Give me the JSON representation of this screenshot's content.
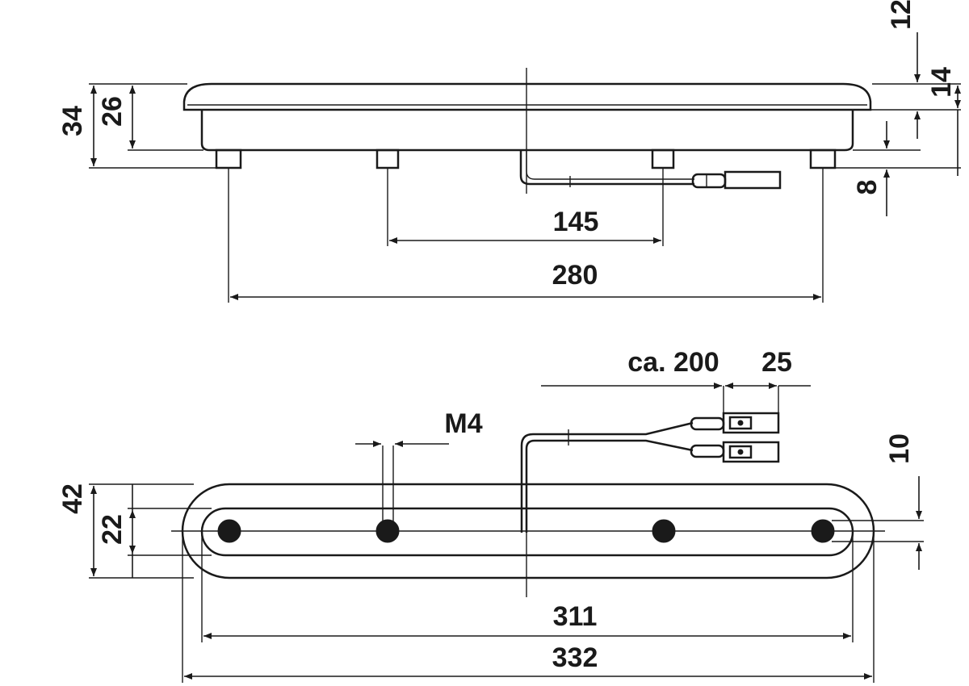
{
  "labels": {
    "d12": "12",
    "d14": "14",
    "d34": "34",
    "d26": "26",
    "d8": "8",
    "d145": "145",
    "d280": "280",
    "dca200": "ca. 200",
    "d25": "25",
    "dm4": "M4",
    "d10": "10",
    "d42": "42",
    "d22": "22",
    "d311": "311",
    "d332": "332"
  }
}
